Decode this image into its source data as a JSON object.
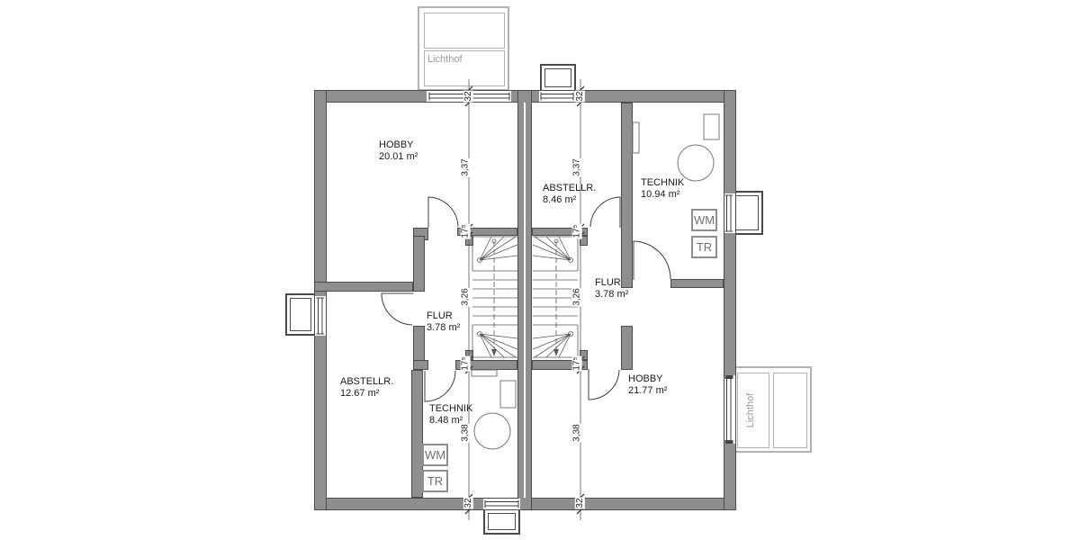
{
  "plan": {
    "left_unit": {
      "hobby": {
        "name": "HOBBY",
        "area": "20.01 m²"
      },
      "abstellraum": {
        "name": "ABSTELLR.",
        "area": "12.67 m²"
      },
      "flur": {
        "name": "FLUR",
        "area": "3.78 m²"
      },
      "technik": {
        "name": "TECHNIK",
        "area": "8.48 m²"
      },
      "wm": "WM",
      "tr": "TR"
    },
    "right_unit": {
      "abstellraum": {
        "name": "ABSTELLR.",
        "area": "8.46 m²"
      },
      "technik": {
        "name": "TECHNIK",
        "area": "10.94 m²"
      },
      "flur": {
        "name": "FLUR",
        "area": "3.78 m²"
      },
      "hobby": {
        "name": "HOBBY",
        "area": "21.77 m²"
      },
      "wm": "WM",
      "tr": "TR"
    },
    "lichthof_top": "Lichthof",
    "lichthof_right": "Lichthof",
    "dims_left": [
      "32",
      "3,37",
      "17⁵",
      "3,26",
      "17⁵",
      "3,38",
      "32"
    ],
    "dims_right": [
      "32",
      "3,37",
      "17⁵",
      "3,26",
      "17⁵",
      "3,38",
      "32"
    ],
    "colors": {
      "wall": "#8f8f8f",
      "wall_outline": "#4c4c4c",
      "lichthof_light": "#b2b2b2",
      "line_dark": "#3c3c3c",
      "dim_text": "#222222"
    }
  }
}
